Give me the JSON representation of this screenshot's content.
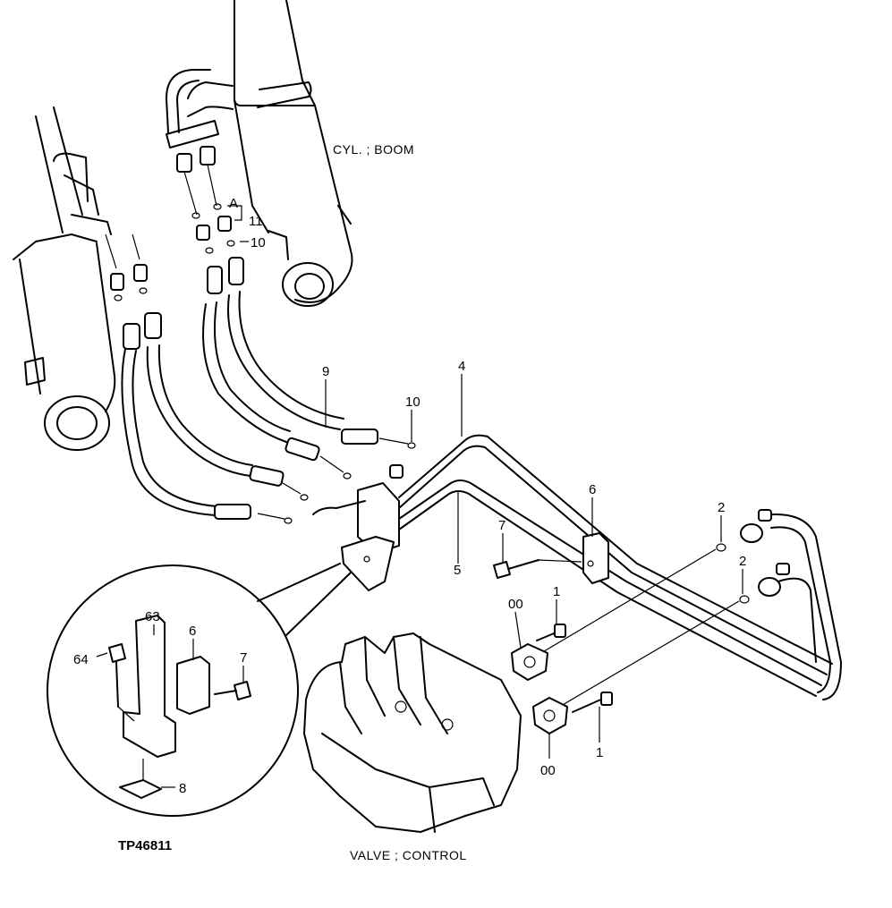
{
  "captions": {
    "cyl_boom": "CYL. ; BOOM",
    "valve_control": "VALVE ; CONTROL",
    "figure_ref": "TP46811"
  },
  "callouts": {
    "a": "A",
    "c11": "11",
    "c10_top": "10",
    "c9": "9",
    "c10": "10",
    "c4": "4",
    "c5": "5",
    "c6": "6",
    "c7": "7",
    "c2_a": "2",
    "c2_b": "2",
    "c00_a": "00",
    "c1_a": "1",
    "c00_b": "00",
    "c1_b": "1",
    "d63": "63",
    "d6": "6",
    "d64": "64",
    "d7": "7",
    "d8": "8"
  }
}
